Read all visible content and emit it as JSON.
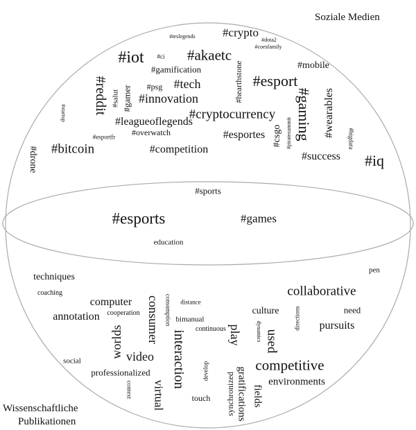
{
  "labels": {
    "top": "Soziale Medien",
    "bottom_line1": "Wissenschaftliche",
    "bottom_line2": "Publikationen"
  },
  "social_media": [
    "#teslegends",
    "#crypto",
    "#dota2",
    "#coesfamily",
    "#ci",
    "#iot",
    "#akaetc",
    "#gamification",
    "#mobile",
    "#hearthstone",
    "#esport",
    "#psg",
    "#tech",
    "#innovation",
    "#reddit",
    "#salut",
    "#gamer",
    "#startup",
    "#leagueoflegends",
    "#overwatch",
    "#esportfr",
    "#cryptocurrency",
    "#esportes",
    "#competition",
    "#bitcoin",
    "#drone",
    "#csgo",
    "#piratesummit",
    "#gaming",
    "#wearables",
    "#bigdata",
    "#success",
    "#iq"
  ],
  "shared": [
    "#sports",
    "#esports",
    "#games",
    "education"
  ],
  "publications": [
    "pen",
    "techniques",
    "coaching",
    "collaborative",
    "computer",
    "consumer",
    "consumption",
    "distance",
    "annotation",
    "cooperation",
    "culture",
    "need",
    "directions",
    "bimanual",
    "continuous",
    "dynamics",
    "pursuits",
    "play",
    "used",
    "worlds",
    "interaction",
    "video",
    "social",
    "professionalized",
    "context",
    "virtual",
    "develop",
    "touch",
    "synchronized",
    "gratifications",
    "fields",
    "competitive",
    "environments"
  ]
}
